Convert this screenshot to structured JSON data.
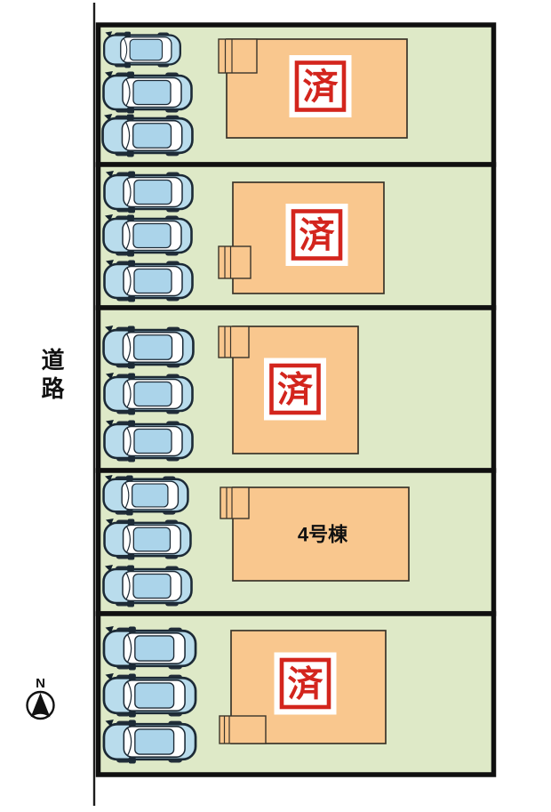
{
  "road_label": "道路",
  "compass": {
    "north_label": "N"
  },
  "lots": [
    {
      "stamp": "済"
    },
    {
      "stamp": "済"
    },
    {
      "stamp": "済"
    },
    {
      "name": "4号棟"
    },
    {
      "stamp": "済"
    }
  ],
  "colors": {
    "lot_fill": "#dee9c7",
    "lot_border": "#101010",
    "building_fill": "#f9c78e",
    "stamp_red": "#d3251d",
    "car_body": "#b9dcec"
  }
}
